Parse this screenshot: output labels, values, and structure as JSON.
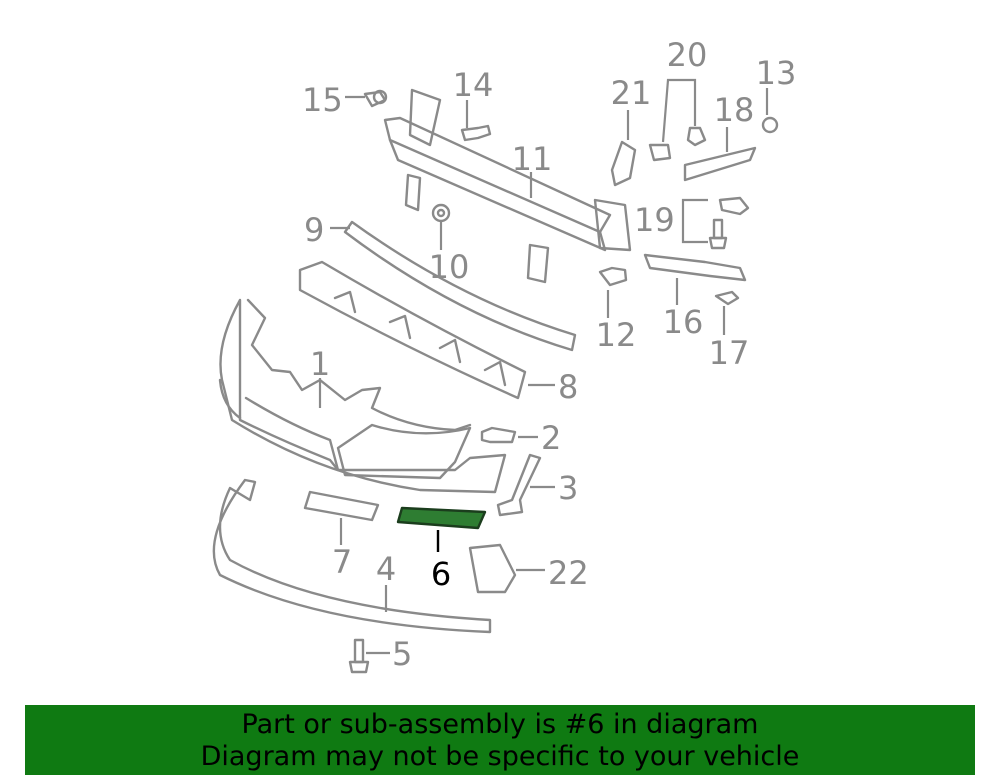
{
  "diagram": {
    "highlight_callout": "6",
    "highlight_color": "#2e7d32",
    "part_color": "#8a8a8a",
    "callouts": {
      "c1": "1",
      "c2": "2",
      "c3": "3",
      "c4": "4",
      "c5": "5",
      "c6": "6",
      "c7": "7",
      "c8": "8",
      "c9": "9",
      "c10": "10",
      "c11": "11",
      "c12": "12",
      "c13": "13",
      "c14": "14",
      "c15": "15",
      "c16": "16",
      "c17": "17",
      "c18": "18",
      "c19": "19",
      "c20": "20",
      "c21": "21",
      "c22": "22"
    }
  },
  "banner": {
    "background": "#0f7a12",
    "line1": "Part or sub-assembly is #6 in diagram",
    "line2": "Diagram may not be specific to your vehicle"
  }
}
